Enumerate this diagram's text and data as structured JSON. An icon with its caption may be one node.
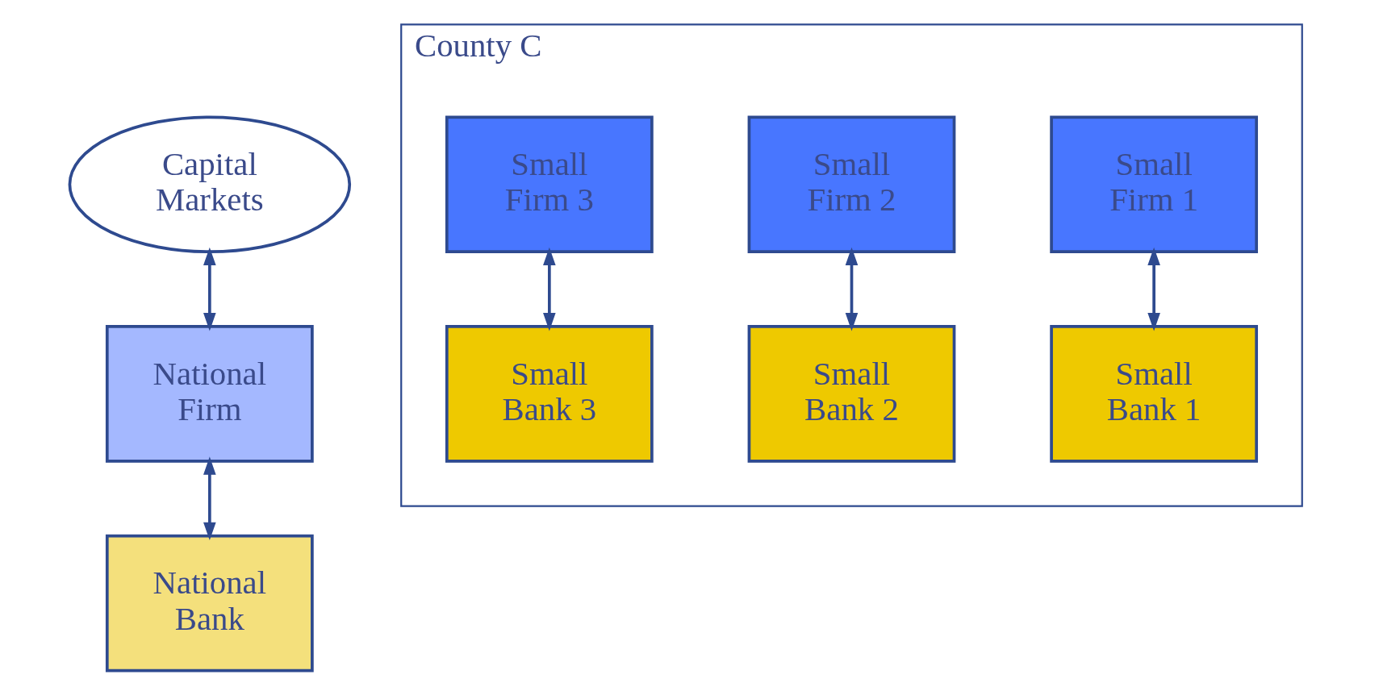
{
  "diagram": {
    "nodes": [
      {
        "text": [
          "Capital Markets"
        ]
      },
      {
        "text": [
          "County C"
        ]
      },
      {
        "text": [
          "Small Firm 1"
        ],
        "in": 1
      },
      {
        "text": [
          "Small Firm 2"
        ],
        "in": 1
      },
      {
        "text": [
          "Small Firm 3"
        ],
        "in": 1
      },
      {
        "text": [
          "Small Bank 1"
        ],
        "in": 1
      },
      {
        "text": [
          "Small Bank 2"
        ],
        "in": 1
      },
      {
        "text": [
          "Small Bank 3"
        ],
        "in": 1
      },
      {
        "text": [
          "National Firm"
        ]
      },
      {
        "text": [
          "National Bank"
        ]
      }
    ],
    "edges": [
      {
        "from": 2,
        "to": 5,
        "arrow": "both"
      },
      {
        "from": 3,
        "to": 6,
        "arrow": "both"
      },
      {
        "from": 4,
        "to": 7,
        "arrow": "both"
      },
      {
        "from": 0,
        "to": 8,
        "arrow": "both"
      },
      {
        "from": 8,
        "to": 9,
        "arrow": "both"
      }
    ]
  }
}
